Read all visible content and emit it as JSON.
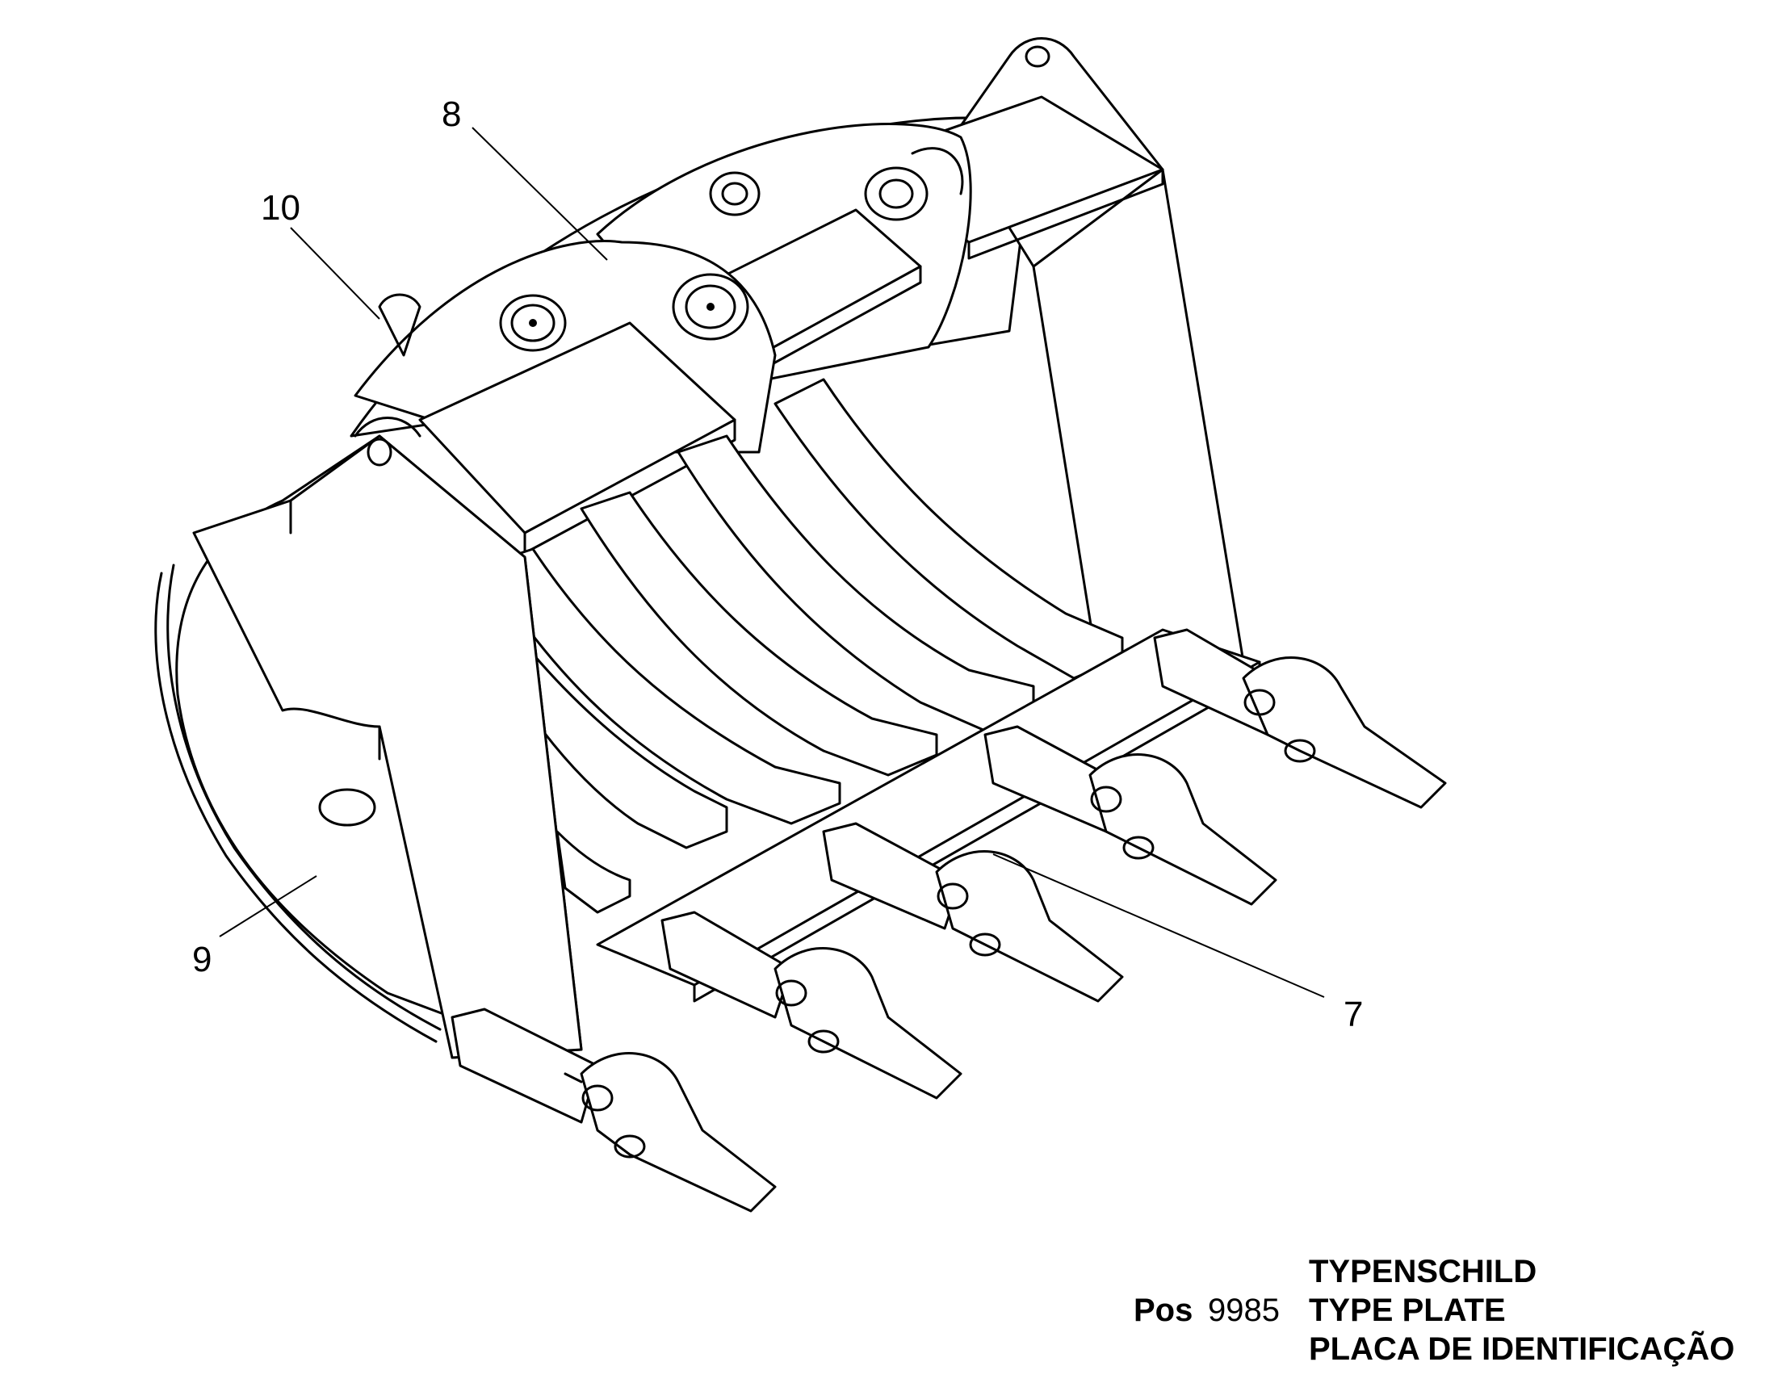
{
  "callouts": {
    "c7": "7",
    "c8": "8",
    "c9": "9",
    "c10": "10"
  },
  "caption": {
    "pos_label": "Pos",
    "pos_number": "9985",
    "title_de": "TYPENSCHILD",
    "title_en": "TYPE PLATE",
    "title_pt": "PLACA DE IDENTIFICAÇÃO"
  }
}
